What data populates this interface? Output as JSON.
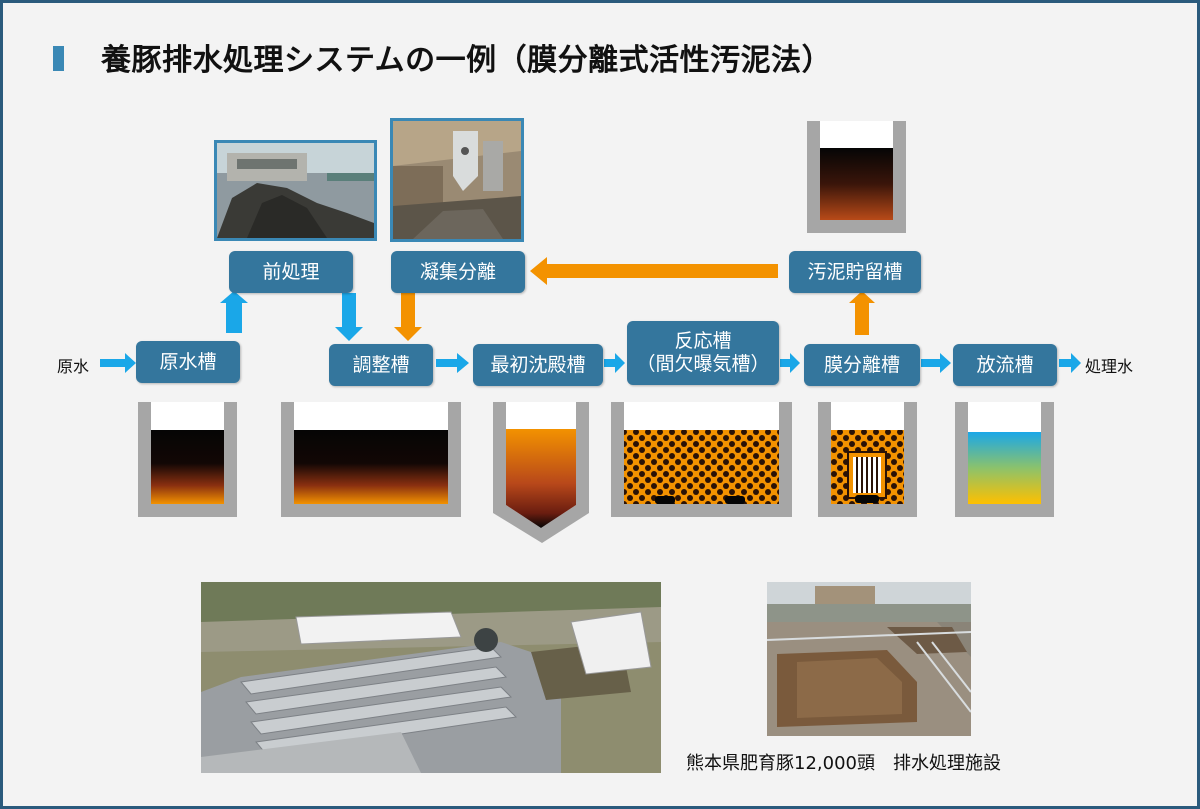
{
  "title": "養豚排水処理システムの一例（膜分離式活性汚泥法）",
  "flow": {
    "inflow_label": "原水",
    "outflow_label": "処理水",
    "boxes": {
      "raw_water_tank": "原水槽",
      "pretreatment": "前処理",
      "adjustment_tank": "調整槽",
      "coagulation_separation": "凝集分離",
      "primary_settling_tank": "最初沈殿槽",
      "reaction_tank": "反応槽\n（間欠曝気槽）",
      "membrane_separation_tank": "膜分離槽",
      "sludge_storage_tank": "汚泥貯留槽",
      "discharge_tank": "放流槽"
    }
  },
  "caption": "熊本県肥育豚12,000頭　排水処理施設",
  "colors": {
    "box": "#34769d",
    "water_arrow": "#1aa7e8",
    "sludge_arrow": "#f39200",
    "tank_wall": "#a6a6a6",
    "frame": "#2a5a7c"
  }
}
